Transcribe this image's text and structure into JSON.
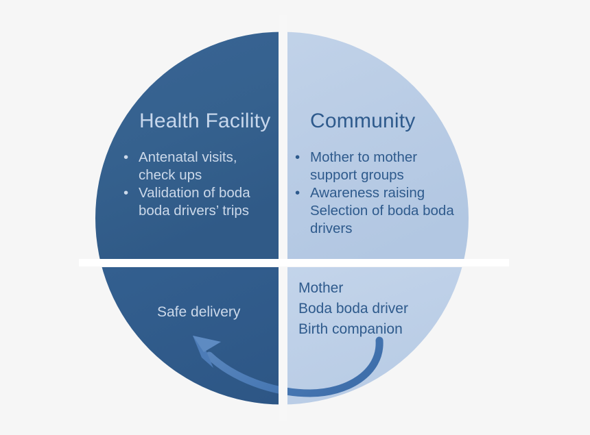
{
  "diagram": {
    "type": "four-quadrant-circle",
    "colors": {
      "background": "#f6f6f6",
      "dark_quadrant": "#35618e",
      "dark_quadrant_alt": "#2f5d8d",
      "light_quadrant_top": "#b9cce5",
      "light_quadrant_bottom": "#bed1e8",
      "divider": "#ffffff",
      "arrow": "#4a7ab5",
      "text_on_dark": "#ccd9ea",
      "text_on_light": "#2e5a8c"
    },
    "quadrants": {
      "top_left": {
        "title": "Health Facility",
        "bullets": [
          "Antenatal visits, check ups",
          "Validation of boda boda drivers’ trips"
        ],
        "bullet_lines": [
          [
            "Antenatal visits,",
            "check ups"
          ],
          [
            "Validation of boda",
            "boda drivers’ trips"
          ]
        ]
      },
      "top_right": {
        "title": "Community",
        "bullets": [
          "Mother to mother support groups",
          "Awareness raising Selection of boda boda drivers"
        ],
        "bullet_lines": [
          [
            "Mother to mother",
            "support groups"
          ],
          [
            "Awareness raising",
            "Selection of boda boda",
            "drivers"
          ]
        ]
      },
      "bottom_left": {
        "label": "Safe delivery"
      },
      "bottom_right": {
        "roles": [
          "Mother",
          "Boda boda driver",
          "Birth companion"
        ]
      }
    },
    "bullet_glyph": "•",
    "arrow": {
      "name": "curved-arrow-right-to-left",
      "direction": "right-to-left-upward"
    }
  }
}
